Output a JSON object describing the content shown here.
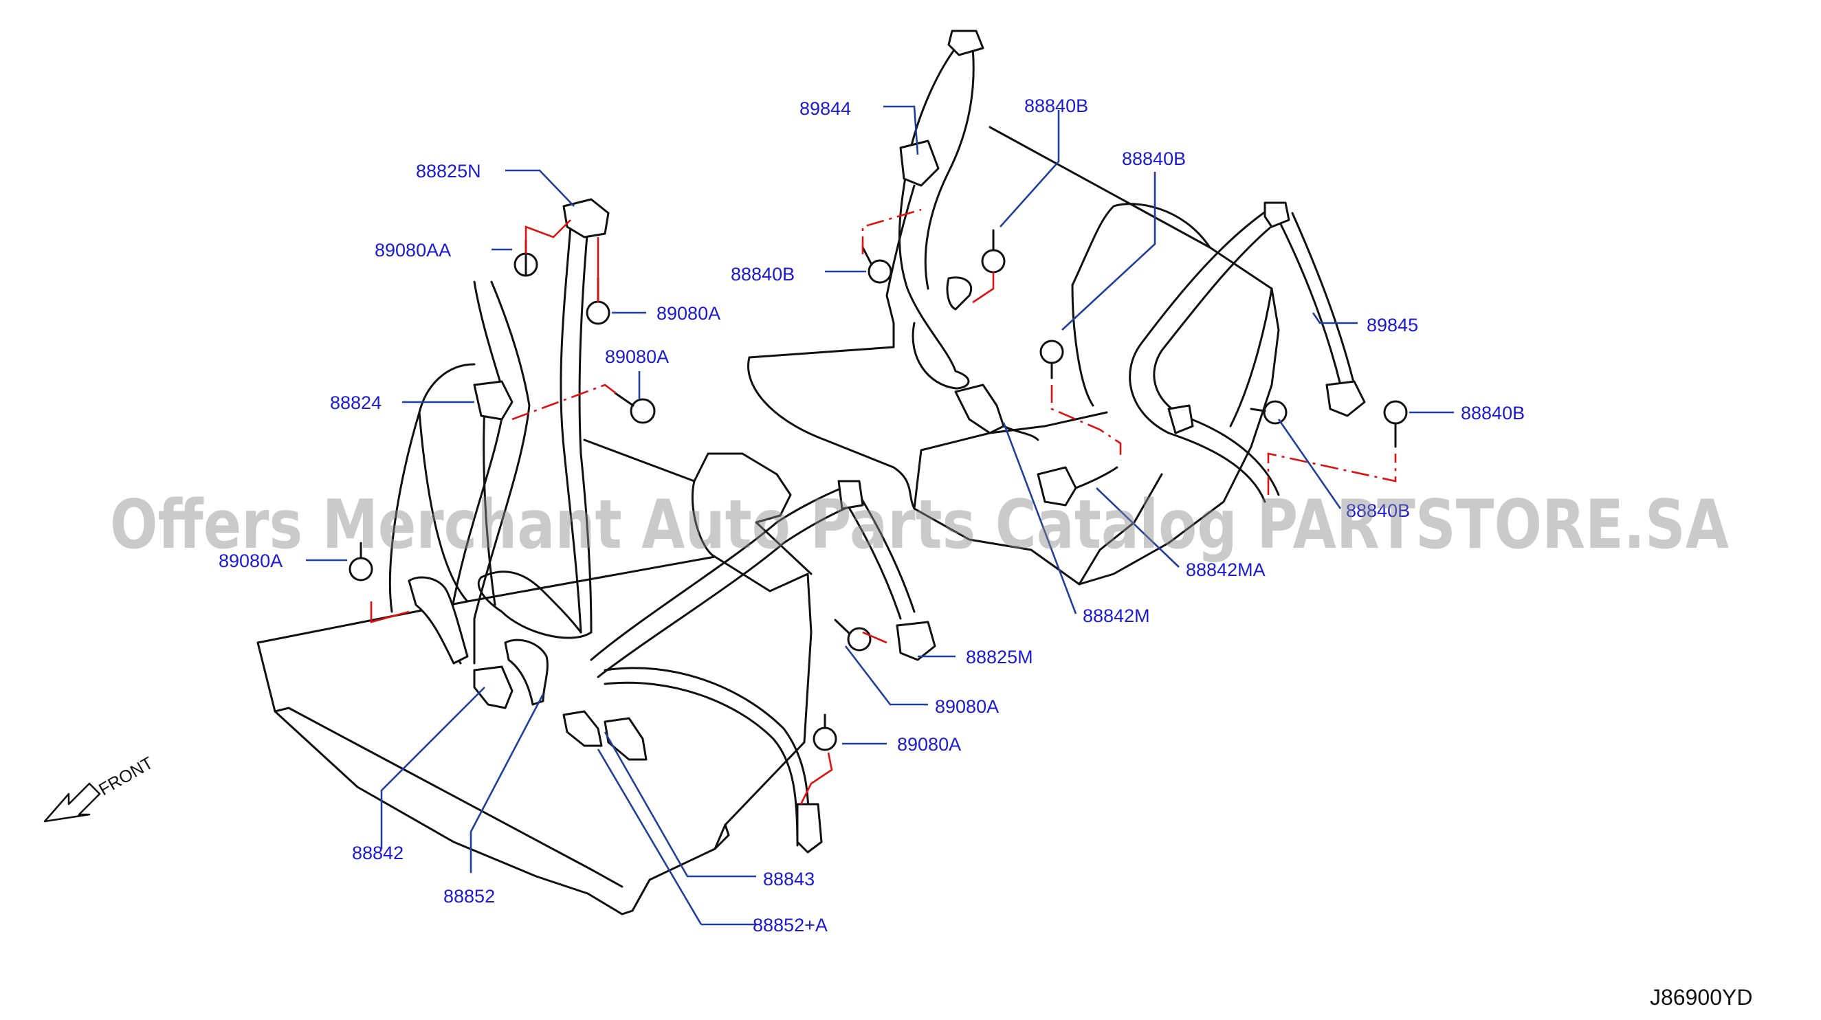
{
  "labels": {
    "p88825N": "88825N",
    "p89080AA": "89080AA",
    "p89080A_1": "89080A",
    "p89080A_2": "89080A",
    "p88824": "88824",
    "p89080A_3": "89080A",
    "p88842": "88842",
    "p88852": "88852",
    "p88843": "88843",
    "p88852A": "88852+A",
    "p89080A_4": "89080A",
    "p89080A_5": "89080A",
    "p88825M": "88825M",
    "p89844": "89844",
    "p88840B_1": "88840B",
    "p88840B_2": "88840B",
    "p88840B_3": "88840B",
    "p89845": "89845",
    "p88840B_4": "88840B",
    "p88840B_5": "88840B",
    "p88842MA": "88842MA",
    "p88842M": "88842M"
  },
  "front_label": "FRONT",
  "diagram_code": "J86900YD",
  "watermark": "Offers Merchant Auto Parts Catalog PARTSTORE.SA",
  "colors": {
    "label": "#1a1ad6",
    "leader": "#1f3f9a",
    "assembly_line": "#e01010",
    "outline": "#111111"
  }
}
